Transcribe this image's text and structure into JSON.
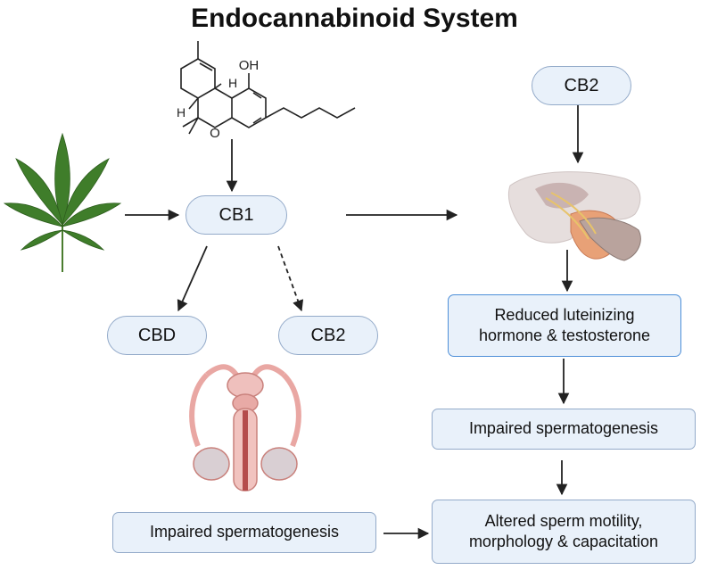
{
  "title": "Endocannabinoid System",
  "nodes": {
    "cb1": "CB1",
    "cb2_top": "CB2",
    "cbd": "CBD",
    "cb2_mid": "CB2",
    "reduced_lh": "Reduced luteinizing hormone & testosterone",
    "impaired_right": "Impaired spermatogenesis",
    "impaired_left": "Impaired spermatogenesis",
    "altered": "Altered sperm motility, morphology & capacitation"
  },
  "molecule_labels": {
    "oh": "OH",
    "h_upper": "H",
    "h_lower": "H",
    "o_ring": "O"
  },
  "icons": [
    "cannabis-leaf-icon",
    "thc-molecule-icon",
    "brain-pituitary-icon",
    "male-reproductive-icon"
  ],
  "colors": {
    "box_fill": "#e9f1fa",
    "box_border": "#93aac9",
    "leaf": "#3f7d2a",
    "organ": "#e9a7a3"
  }
}
